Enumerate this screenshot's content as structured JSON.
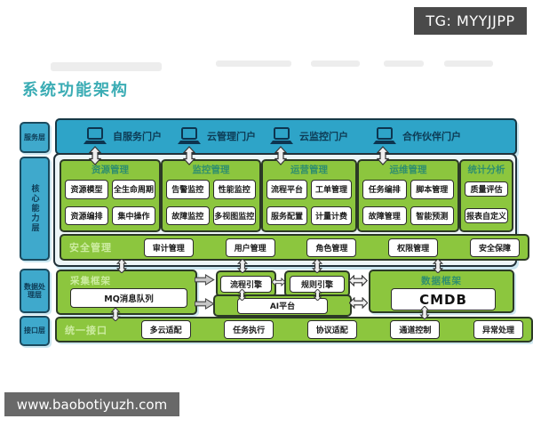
{
  "badge": {
    "text": "TG: MYYJJPP"
  },
  "title": "系统功能架构",
  "footer": {
    "url": "www.baobotiyuzh.com"
  },
  "layers": {
    "service": "服务层",
    "core": "核心能力层",
    "data": "数据处理层",
    "interface": "接口层"
  },
  "portals": [
    {
      "label": "自服务门户"
    },
    {
      "label": "云管理门户"
    },
    {
      "label": "云监控门户"
    },
    {
      "label": "合作伙伴门户"
    }
  ],
  "core": {
    "sections": [
      {
        "title": "资源管理",
        "items": [
          "资源模型",
          "全生命周期",
          "资源编排",
          "集中操作"
        ]
      },
      {
        "title": "监控管理",
        "items": [
          "告警监控",
          "性能监控",
          "故障监控",
          "多视图监控"
        ]
      },
      {
        "title": "运营管理",
        "items": [
          "流程平台",
          "工单管理",
          "服务配置",
          "计量计费"
        ]
      },
      {
        "title": "运维管理",
        "items": [
          "任务编排",
          "脚本管理",
          "故障管理",
          "智能预测"
        ]
      },
      {
        "title": "统计分析",
        "items": [
          "质量评估",
          "报表自定义"
        ]
      }
    ],
    "security": {
      "title": "安全管理",
      "items": [
        "审计管理",
        "用户管理",
        "角色管理",
        "权限管理",
        "安全保障"
      ]
    }
  },
  "data_layer": {
    "collect": {
      "title": "采集框架",
      "item": "MQ消息队列"
    },
    "process_engine": "流程引擎",
    "rule_engine": "规则引擎",
    "ai_platform": "AI平台",
    "data_frame": {
      "title": "数据框架",
      "item": "CMDB"
    }
  },
  "interface_layer": {
    "title": "统一接口",
    "items": [
      "多云适配",
      "任务执行",
      "协议适配",
      "通道控制",
      "异常处理"
    ]
  },
  "colors": {
    "teal_band": "#2ea4c8",
    "green": "#8cc63e",
    "title_teal": "#3aacb4",
    "section_title": "#2f8e6e",
    "light_green_label": "#cdeca2",
    "badge_bg": "#4a4a4a",
    "footer_bg": "#696969"
  }
}
